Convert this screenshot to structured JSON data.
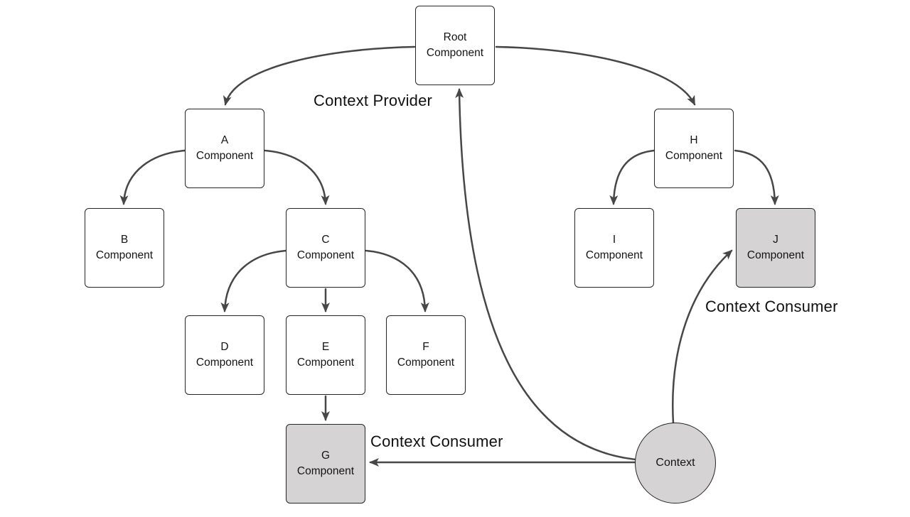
{
  "diagram_labels": {
    "context_provider": "Context Provider",
    "context_consumer_left": "Context Consumer",
    "context_consumer_right": "Context Consumer"
  },
  "nodes": {
    "root": {
      "name": "Root",
      "suffix": "Component"
    },
    "a": {
      "name": "A",
      "suffix": "Component"
    },
    "b": {
      "name": "B",
      "suffix": "Component"
    },
    "c": {
      "name": "C",
      "suffix": "Component"
    },
    "d": {
      "name": "D",
      "suffix": "Component"
    },
    "e": {
      "name": "E",
      "suffix": "Component"
    },
    "f": {
      "name": "F",
      "suffix": "Component"
    },
    "g": {
      "name": "G",
      "suffix": "Component"
    },
    "h": {
      "name": "H",
      "suffix": "Component"
    },
    "i": {
      "name": "I",
      "suffix": "Component"
    },
    "j": {
      "name": "J",
      "suffix": "Component"
    },
    "context": {
      "name": "Context"
    }
  },
  "edges": [
    {
      "from": "Root Component",
      "to": "A Component"
    },
    {
      "from": "Root Component",
      "to": "H Component"
    },
    {
      "from": "A Component",
      "to": "B Component"
    },
    {
      "from": "A Component",
      "to": "C Component"
    },
    {
      "from": "C Component",
      "to": "D Component"
    },
    {
      "from": "C Component",
      "to": "E Component"
    },
    {
      "from": "C Component",
      "to": "F Component"
    },
    {
      "from": "E Component",
      "to": "G Component"
    },
    {
      "from": "H Component",
      "to": "I Component"
    },
    {
      "from": "H Component",
      "to": "J Component"
    },
    {
      "from": "Context",
      "to": "G Component"
    },
    {
      "from": "Context",
      "to": "J Component"
    },
    {
      "from": "Context",
      "to": "Root Component"
    }
  ],
  "colors": {
    "box_border": "#262626",
    "arrow": "#474747",
    "consumer_fill": "#d5d3d4",
    "background": "#ffffff",
    "text": "#141414"
  }
}
